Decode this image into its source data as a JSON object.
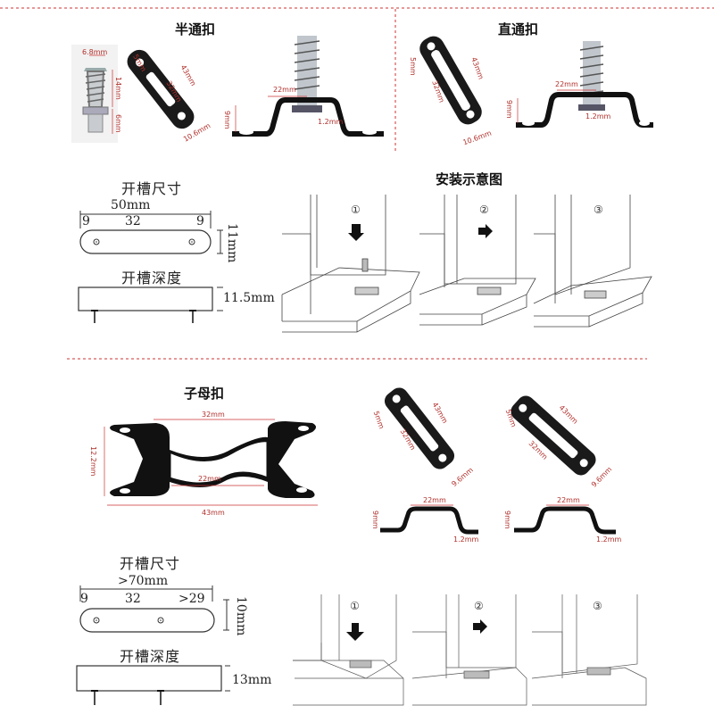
{
  "section1": {
    "title_half": "半通扣",
    "title_straight": "直通扣",
    "screw_dims": {
      "d1": "6.8mm",
      "d2": "14mm",
      "d3": "6mm"
    },
    "half_clip_dims": {
      "a": "5mm",
      "b": "43mm",
      "c": "32mm",
      "d": "10.6mm",
      "e": "22mm",
      "f": "9mm",
      "g": "1.2mm"
    },
    "straight_clip_dims": {
      "a": "5mm",
      "b": "43mm",
      "c": "32mm",
      "d": "10.6mm",
      "e": "22mm",
      "f": "9mm",
      "g": "1.2mm"
    }
  },
  "slot1": {
    "size_title": "开槽尺寸",
    "total": "50mm",
    "left": "9",
    "middle": "32",
    "right": "9",
    "height": "11mm",
    "depth_title": "开槽深度",
    "depth": "11.5mm"
  },
  "install": {
    "title": "安装示意图",
    "steps": [
      "①",
      "②",
      "③"
    ]
  },
  "section2": {
    "title": "子母扣",
    "big_dims": {
      "top": "32mm",
      "left": "12.2mm",
      "inner": "22mm",
      "bottom": "43mm"
    },
    "clip_a_dims": {
      "a": "5mm",
      "b": "43mm",
      "c": "32mm",
      "d": "9.6mm",
      "e": "22mm",
      "f": "9mm",
      "g": "1.2mm"
    },
    "clip_b_dims": {
      "a": "5mm",
      "b": "43mm",
      "c": "32mm",
      "d": "9.6mm",
      "e": "22mm",
      "f": "9mm",
      "g": "1.2mm"
    }
  },
  "slot2": {
    "size_title": "开槽尺寸",
    "total": ">70mm",
    "left": "9",
    "middle": "32",
    "right": ">29",
    "height": "10mm",
    "depth_title": "开槽深度",
    "depth": "13mm"
  },
  "install2": {
    "steps": [
      "①",
      "②",
      "③"
    ]
  }
}
